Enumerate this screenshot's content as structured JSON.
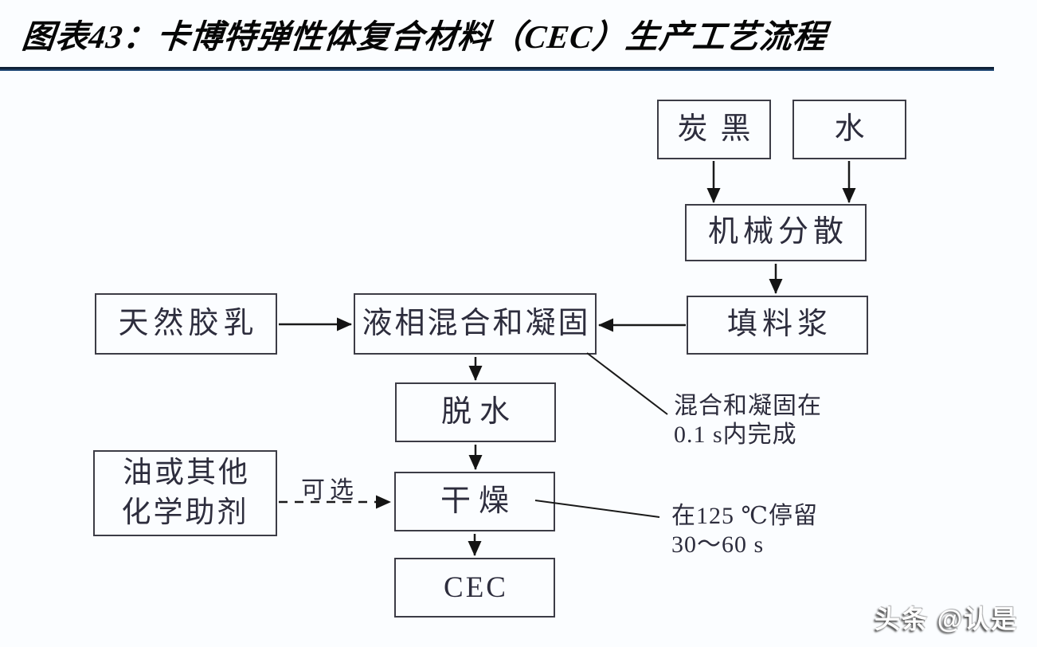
{
  "header": {
    "title": "图表43：卡博特弹性体复合材料（CEC）生产工艺流程"
  },
  "colors": {
    "accent_rule": "#17365d",
    "box_border": "#3c3c46",
    "diagram_text": "#2d2d3d",
    "connector": "#1a1a1a",
    "background": "#fbfdff"
  },
  "diagram": {
    "nodes": {
      "carbon_black": "炭黑",
      "water": "水",
      "mechanical_dispersion": "机械分散",
      "filler_slurry": "填料浆",
      "natural_latex": "天然胶乳",
      "liquid_mixing_coagulation": "液相混合和凝固",
      "dewatering": "脱水",
      "oil_additives": "油或其他\n化学助剂",
      "drying": "干燥",
      "cec": "CEC"
    },
    "edge_labels": {
      "optional": "可选"
    },
    "annotations": {
      "mixing_time": "混合和凝固在\n0.1 s内完成",
      "drying_condition": "在125 ℃停留\n30～60 s"
    }
  },
  "watermark": "头条 @认是"
}
